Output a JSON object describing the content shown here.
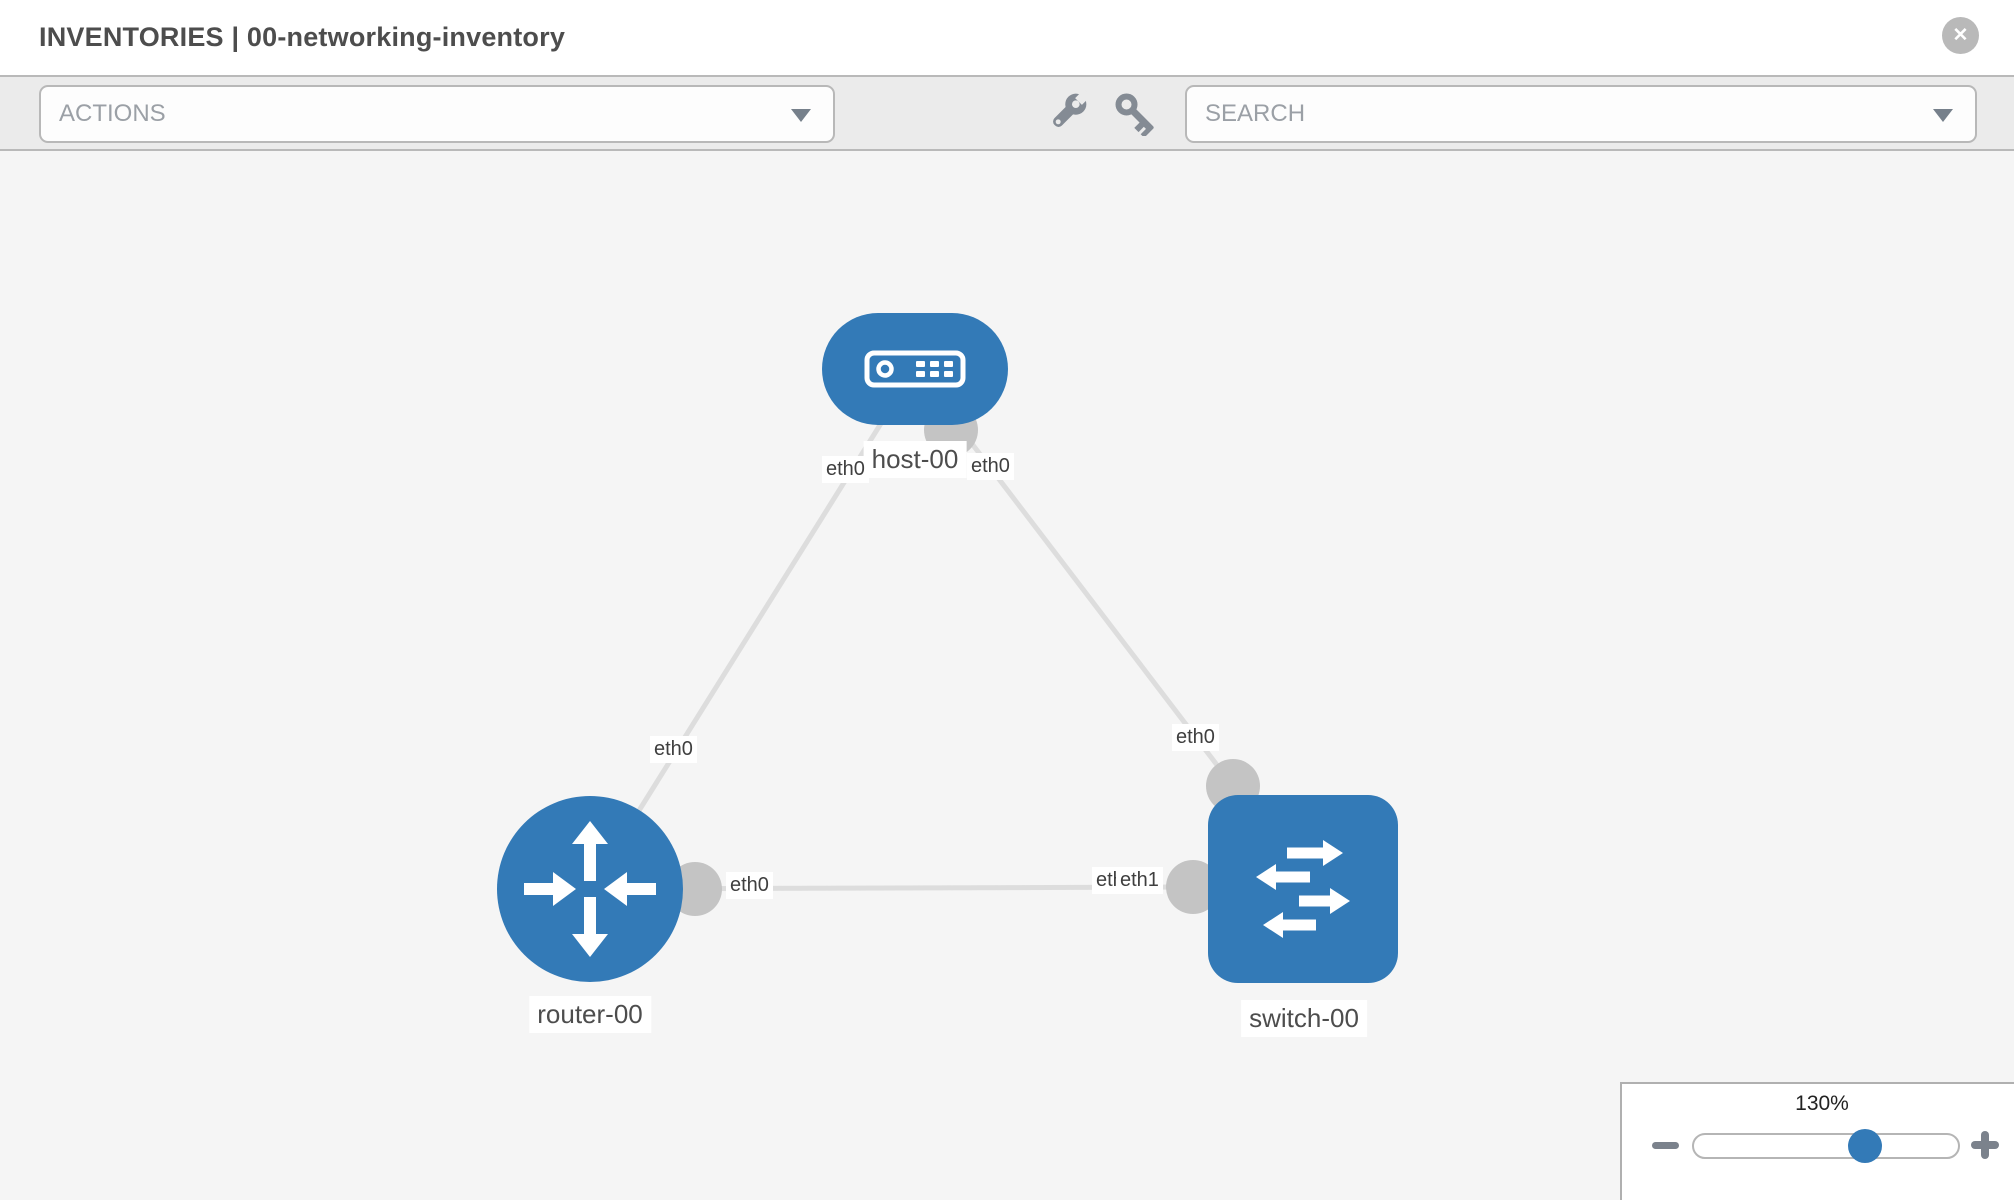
{
  "header": {
    "title": "INVENTORIES | 00-networking-inventory",
    "close_icon": "circle-x-close"
  },
  "toolbar": {
    "actions_placeholder": "ACTIONS",
    "search_placeholder": "SEARCH",
    "wrench_icon": "wrench",
    "key_icon": "key",
    "caret_icon": "chevron-down"
  },
  "topology": {
    "nodes": [
      {
        "label": "host-00",
        "type": "host",
        "icon": "host-device-icon"
      },
      {
        "label": "router-00",
        "type": "router",
        "icon": "router-arrows-icon"
      },
      {
        "label": "switch-00",
        "type": "switch",
        "icon": "switch-arrows-icon"
      }
    ],
    "links": [
      {
        "source": "host-00",
        "target": "router-00",
        "source_interface": "eth0",
        "target_interface": "eth0"
      },
      {
        "source": "host-00",
        "target": "switch-00",
        "source_interface": "eth0",
        "target_interface": "eth0"
      },
      {
        "source": "router-00",
        "target": "switch-00",
        "source_interface": "eth0",
        "target_interface": "eth1",
        "overlapped_interface_label": "eth0"
      }
    ]
  },
  "zoom_control": {
    "level": "130%",
    "minus_icon": "zoom-out-minus",
    "plus_icon": "zoom-in-plus"
  },
  "colors": {
    "node_fill": "#337ab7",
    "link_line": "#dddddd",
    "port_circle": "#c4c4c4",
    "toolbar_bg": "#ebebeb",
    "canvas_bg": "#f5f5f5"
  }
}
